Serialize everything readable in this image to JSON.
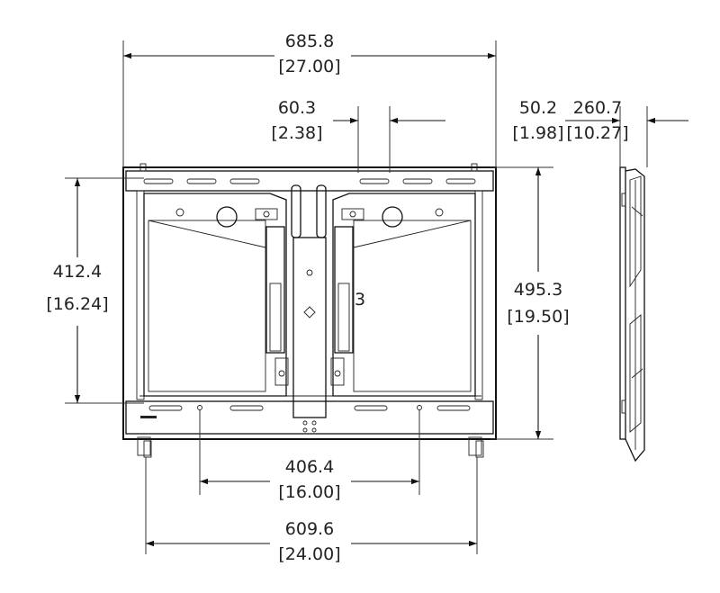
{
  "dimensions": {
    "overall_width": {
      "mm": "685.8",
      "in": "[27.00]"
    },
    "center_gap": {
      "mm": "60.3",
      "in": "[2.38]"
    },
    "side_depth_min": {
      "mm": "50.2",
      "in": "[1.98]"
    },
    "side_depth_max": {
      "mm": "260.7",
      "in": "[10.27]"
    },
    "left_height": {
      "mm": "412.4",
      "in": "[16.24]"
    },
    "right_height": {
      "mm": "495.3",
      "in": "[19.50]"
    },
    "hole_spacing": {
      "mm": "406.4",
      "in": "[16.00]"
    },
    "bottom_width": {
      "mm": "609.6",
      "in": "[24.00]"
    }
  },
  "part_mark": "3"
}
